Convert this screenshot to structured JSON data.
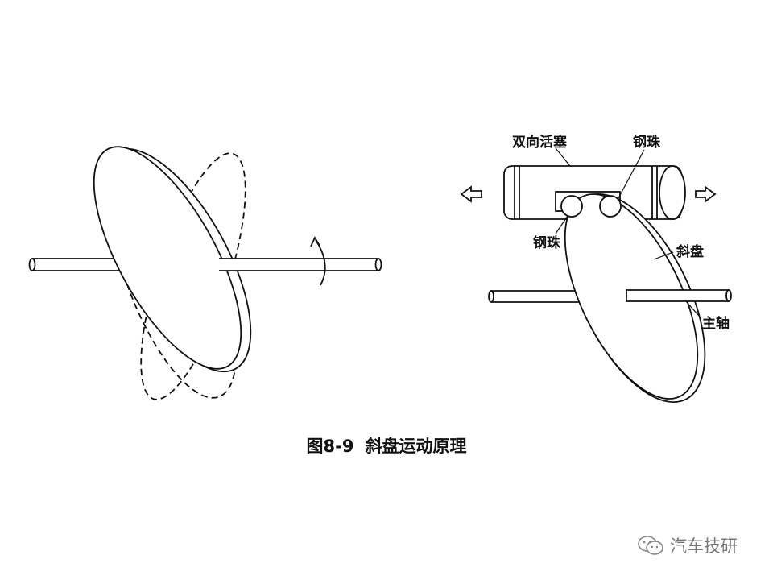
{
  "figure": {
    "caption_number": "图8-9",
    "caption_title": "斜盘运动原理"
  },
  "labels": {
    "double_piston": "双向活塞",
    "steel_ball_top": "钢珠",
    "steel_ball_bottom": "钢珠",
    "swash_plate": "斜盘",
    "main_shaft": "主轴"
  },
  "watermark": {
    "text": "汽车技研",
    "icon": "wechat-icon"
  }
}
